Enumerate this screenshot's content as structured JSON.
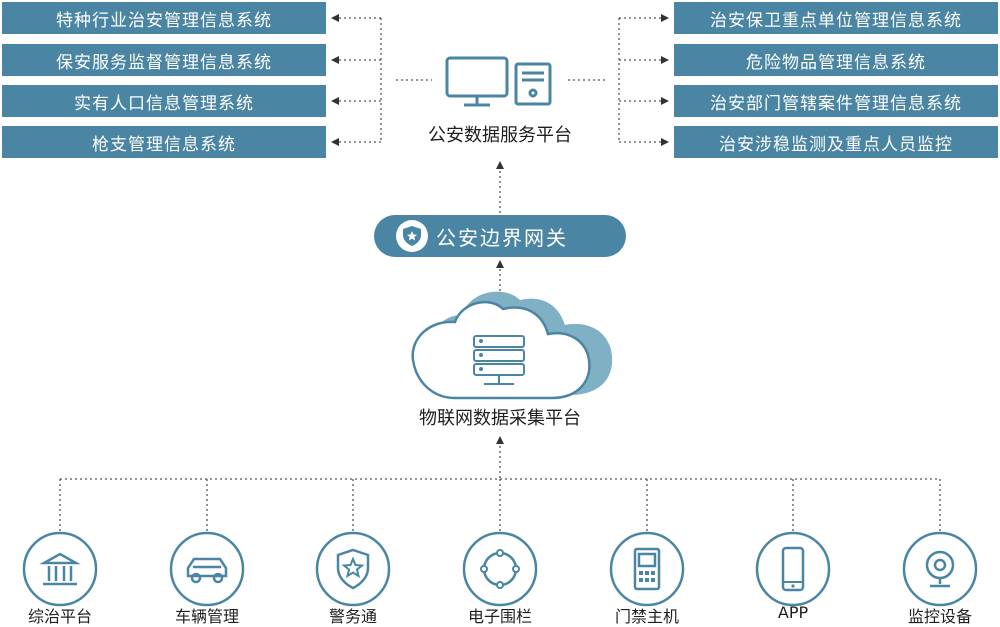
{
  "left_systems": [
    "特种行业治安管理信息系统",
    "保安服务监督管理信息系统",
    "实有人口信息管理系统",
    "枪支管理信息系统"
  ],
  "right_systems": [
    "治安保卫重点单位管理信息系统",
    "危险物品管理信息系统",
    "治安部门管辖案件管理信息系统",
    "治安涉稳监测及重点人员监控"
  ],
  "service_platform": "公安数据服务平台",
  "gateway": "公安边界网关",
  "iot_platform": "物联网数据采集平台",
  "devices": [
    {
      "label": "综治平台",
      "icon": "building-icon"
    },
    {
      "label": "车辆管理",
      "icon": "car-icon"
    },
    {
      "label": "警务通",
      "icon": "police-badge-icon"
    },
    {
      "label": "电子围栏",
      "icon": "fence-circle-icon"
    },
    {
      "label": "门禁主机",
      "icon": "access-control-icon"
    },
    {
      "label": "APP",
      "icon": "phone-icon"
    },
    {
      "label": "监控设备",
      "icon": "camera-icon"
    }
  ],
  "colors": {
    "accent": "#4a86a4",
    "light": "#7fb0c4",
    "line": "#555555"
  }
}
